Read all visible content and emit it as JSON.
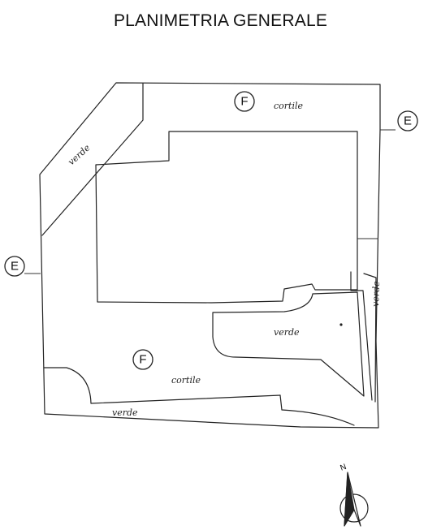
{
  "title": "PLANIMETRIA GENERALE",
  "markers": {
    "courtyard": "F",
    "entrance": "E"
  },
  "labels": {
    "cortile": "cortile",
    "verde": "verde"
  },
  "north": "N"
}
